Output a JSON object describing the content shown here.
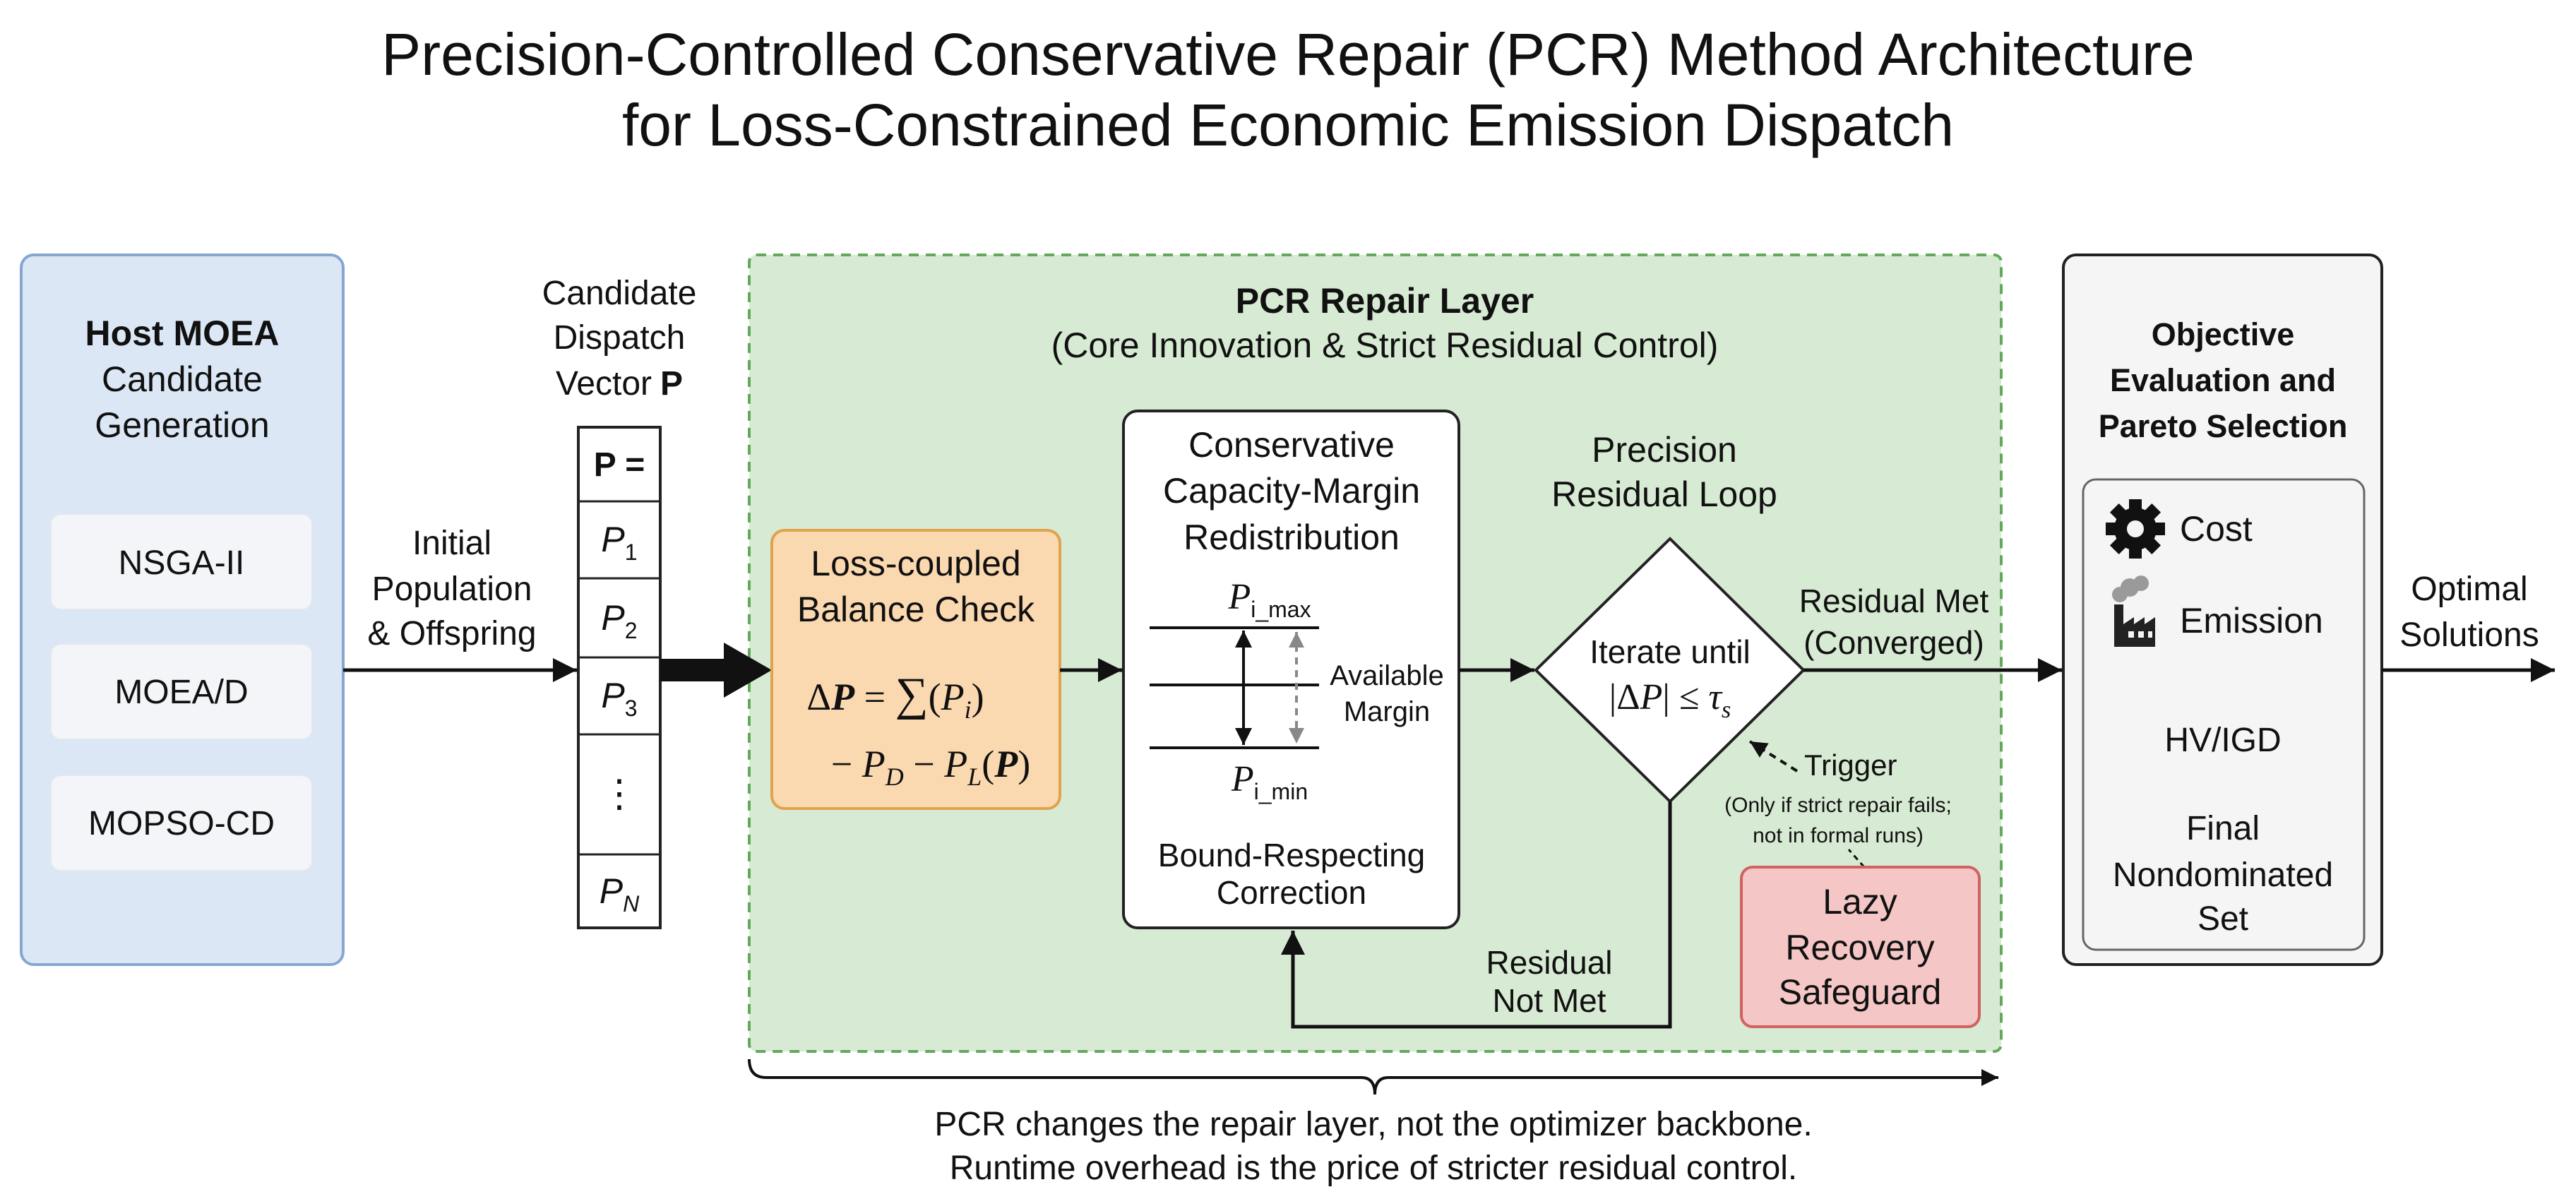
{
  "title": {
    "line1": "Precision-Controlled Conservative Repair (PCR) Method Architecture",
    "line2": "for Loss-Constrained Economic Emission Dispatch"
  },
  "host_moea": {
    "heading": "Host MOEA",
    "subheading": [
      "Candidate",
      "Generation"
    ],
    "algorithms": [
      "NSGA-II",
      "MOEA/D",
      "MOPSO-CD"
    ]
  },
  "population_arrow": {
    "label": [
      "Initial",
      "Population",
      "& Offspring"
    ]
  },
  "candidate_vector": {
    "label": [
      "Candidate",
      "Dispatch",
      "Vector"
    ],
    "label_symbol": "P",
    "header": "P =",
    "cells": [
      {
        "sym": "P",
        "sub": "1"
      },
      {
        "sym": "P",
        "sub": "2"
      },
      {
        "sym": "P",
        "sub": "3"
      },
      {
        "sym": "⋮"
      },
      {
        "sym": "P",
        "sub": "N"
      }
    ]
  },
  "pcr_layer": {
    "heading": "PCR Repair Layer",
    "subheading": "(Core Innovation & Strict Residual Control)"
  },
  "balance_check": {
    "heading": [
      "Loss-coupled",
      "Balance Check"
    ],
    "formula": {
      "line1": [
        "Δ",
        "P",
        " = ",
        "∑",
        "(",
        "P",
        "i",
        ")"
      ],
      "line2": [
        "− ",
        "P",
        "D",
        " − ",
        "P",
        "L",
        "(",
        "P",
        ")"
      ]
    }
  },
  "redistribution": {
    "heading": [
      "Conservative",
      "Capacity-Margin",
      "Redistribution"
    ],
    "upper_bound": {
      "sym": "P",
      "sub": "i_max"
    },
    "lower_bound": {
      "sym": "P",
      "sub": "i_min"
    },
    "margin_label": [
      "Available",
      "Margin"
    ],
    "footer": [
      "Bound-Respecting",
      "Correction"
    ]
  },
  "residual_loop": {
    "heading": [
      "Precision",
      "Residual Loop"
    ],
    "condition": {
      "line1": "Iterate until",
      "line2": [
        "|Δ",
        "P",
        "| ≤ ",
        "τ",
        "s"
      ]
    },
    "met_label": [
      "Residual Met",
      "(Converged)"
    ],
    "not_met_label": [
      "Residual",
      "Not Met"
    ]
  },
  "trigger": {
    "label": "Trigger",
    "note": [
      "(Only if strict repair fails;",
      "not in formal runs)"
    ]
  },
  "lazy_recovery": {
    "label": [
      "Lazy",
      "Recovery",
      "Safeguard"
    ]
  },
  "objective": {
    "heading": [
      "Objective",
      "Evaluation and",
      "Pareto Selection"
    ],
    "metrics": [
      {
        "icon": "gear-icon",
        "label": "Cost"
      },
      {
        "icon": "factory-icon",
        "label": "Emission"
      }
    ],
    "indicator": "HV/IGD",
    "final_set": [
      "Final",
      "Nondominated",
      "Set"
    ]
  },
  "output_label": [
    "Optimal",
    "Solutions"
  ],
  "footnote": [
    "PCR changes the repair layer, not the optimizer backbone.",
    "Runtime overhead is the price of stricter residual control."
  ],
  "colors": {
    "host_fill": "#dce7f5",
    "host_border": "#86a6d0",
    "algo_fill": "#f3f5f8",
    "pcr_fill": "#d7ead3",
    "pcr_border": "#62a95c",
    "balance_fill": "#fbd9b0",
    "balance_border": "#e1a24c",
    "lazy_fill": "#f5c6c6",
    "lazy_border": "#d06262",
    "objective_fill": "#f5f5f5"
  }
}
